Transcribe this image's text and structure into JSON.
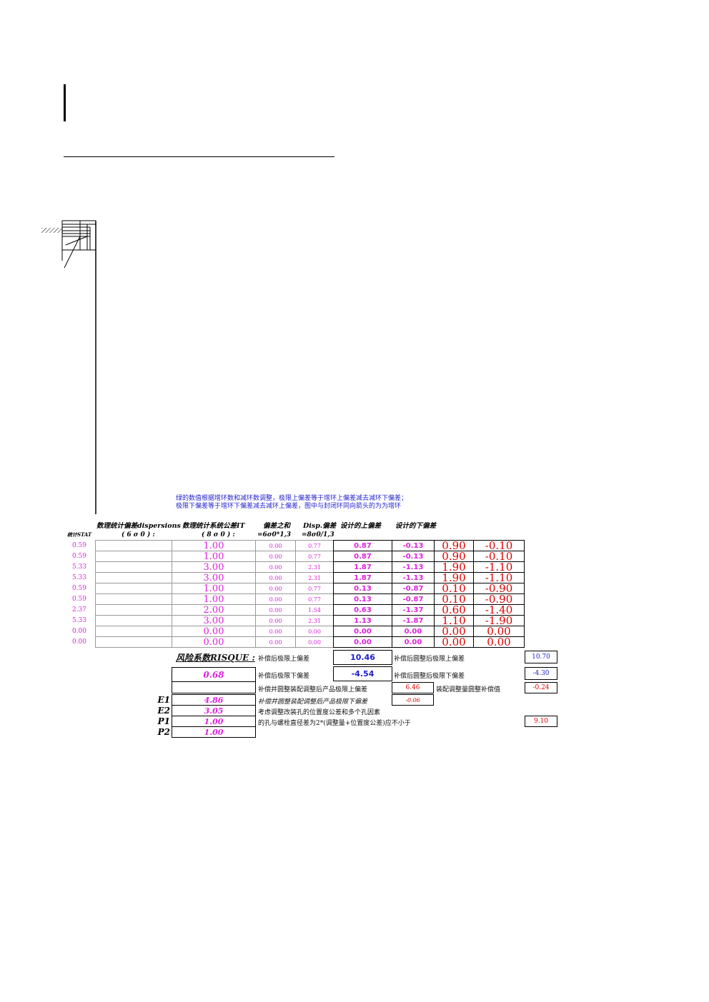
{
  "notes": [
    "绿的数值根据增环数和减环数调整，极限上偏差等于增环上偏差减去减环下偏差；",
    "极限下偏差等于增环下偏差减去减环上偏差，图中与封闭环同向箭头的为为增环"
  ],
  "headers": {
    "dispersions": "数理统计偏差dispersions",
    "it": "数理统计系统公差IT",
    "sum": "偏差之和",
    "disp": "Disp.偏差",
    "upper": "设计的上偏差",
    "lower": "设计的下偏差",
    "stat": "统计STAT",
    "sub_6s": "( 6 σ 0 ) :",
    "sub_8s": "( 8 σ 0 ) :",
    "sub_sum": "=6σ0*1,3",
    "sub_disp": "=8σ0/1,3"
  },
  "rows": [
    {
      "stat": "0.59",
      "it": "1.00",
      "sum": "0.00",
      "disp": "0.77",
      "up": "0.87",
      "low": "-0.13",
      "rup": "0.90",
      "rlow": "-0.10"
    },
    {
      "stat": "0.59",
      "it": "1.00",
      "sum": "0.00",
      "disp": "0.77",
      "up": "0.87",
      "low": "-0.13",
      "rup": "0.90",
      "rlow": "-0.10"
    },
    {
      "stat": "5.33",
      "it": "3.00",
      "sum": "0.00",
      "disp": "2.31",
      "up": "1.87",
      "low": "-1.13",
      "rup": "1.90",
      "rlow": "-1.10"
    },
    {
      "stat": "5.33",
      "it": "3.00",
      "sum": "0.00",
      "disp": "2.31",
      "up": "1.87",
      "low": "-1.13",
      "rup": "1.90",
      "rlow": "-1.10"
    },
    {
      "stat": "0.59",
      "it": "1.00",
      "sum": "0.00",
      "disp": "0.77",
      "up": "0.13",
      "low": "-0.87",
      "rup": "0.10",
      "rlow": "-0.90"
    },
    {
      "stat": "0.59",
      "it": "1.00",
      "sum": "0.00",
      "disp": "0.77",
      "up": "0.13",
      "low": "-0.87",
      "rup": "0.10",
      "rlow": "-0.90"
    },
    {
      "stat": "2.37",
      "it": "2.00",
      "sum": "0.00",
      "disp": "1.54",
      "up": "0.63",
      "low": "-1.37",
      "rup": "0.60",
      "rlow": "-1.40"
    },
    {
      "stat": "5.33",
      "it": "3.00",
      "sum": "0.00",
      "disp": "2.31",
      "up": "1.13",
      "low": "-1.87",
      "rup": "1.10",
      "rlow": "-1.90"
    },
    {
      "stat": "0.00",
      "it": "0.00",
      "sum": "0.00",
      "disp": "0.00",
      "up": "0.00",
      "low": "0.00",
      "rup": "0.00",
      "rlow": "0.00"
    },
    {
      "stat": "0.00",
      "it": "0.00",
      "sum": "0.00",
      "disp": "0.00",
      "up": "0.00",
      "low": "0.00",
      "rup": "0.00",
      "rlow": "0.00"
    }
  ],
  "summary": {
    "risque_label": "风险系数RISQUE :",
    "risque_value": "0.68",
    "comp_upper_label": "补偿后极限上偏差",
    "comp_upper_value": "10.46",
    "comp_lower_label": "补偿后极限下偏差",
    "comp_lower_value": "-4.54",
    "round_upper_label": "补偿后圆整后极限上偏差",
    "round_upper_value": "10.70",
    "round_lower_label": "补偿后圆整后极限下偏差",
    "round_lower_value": "-4.30",
    "asm_upper_label": "补偿并圆整装配调整后产品极限上偏差",
    "asm_upper_value": "6.46",
    "asm_adjust_label": "装配调整量圆整补偿值",
    "asm_adjust_value": "-0.24",
    "asm_lower_label": "补偿并圆整装配调整后产品极限下偏差",
    "asm_lower_value": "-0.06",
    "consider_label": "考虑调整改装孔的位置度公差和多个孔因素",
    "hole_label": "的孔与螺栓直径差为2*(调整量+位置度公差)应不小于",
    "hole_value": "9.10",
    "e1_label": "E1",
    "e1_value": "4.86",
    "e2_label": "E2",
    "e2_value": "3.05",
    "p1_label": "P1",
    "p1_value": "1.00",
    "p2_label": "P2",
    "p2_value": "1.00"
  }
}
